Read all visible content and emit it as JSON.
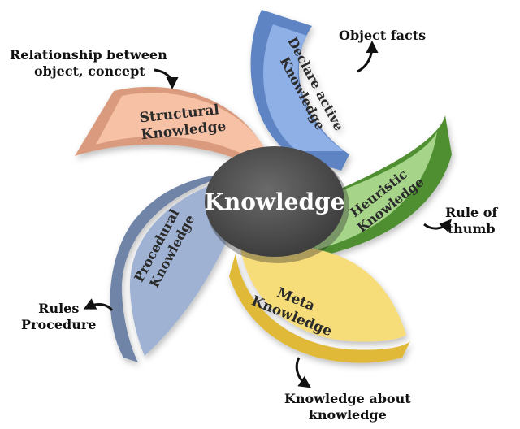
{
  "center": {
    "label": "Knowledge"
  },
  "petals": [
    {
      "id": "structural",
      "lines": [
        "Structural",
        "Knowledge"
      ],
      "color": "#f6c1a5",
      "edge": "#d99a7d"
    },
    {
      "id": "declarative",
      "lines": [
        "Declare active",
        "Knowledge"
      ],
      "color": "#8fb0e6",
      "edge": "#5f84c4"
    },
    {
      "id": "heuristic",
      "lines": [
        "Heuristic",
        "Knowledge"
      ],
      "color": "#a6d58a",
      "edge": "#4f8f33"
    },
    {
      "id": "meta",
      "lines": [
        "Meta",
        "Knowledge"
      ],
      "color": "#f7dc7a",
      "edge": "#e1b938"
    },
    {
      "id": "procedural",
      "lines": [
        "Procedural",
        "Knowledge"
      ],
      "color": "#9fb2d3",
      "edge": "#6f84a8"
    }
  ],
  "annotations": {
    "relationship": [
      "Relationship between",
      "object, concept"
    ],
    "object_facts": [
      "Object facts"
    ],
    "rule_of_thumb": [
      "Rule of",
      "thumb"
    ],
    "rules_procedure": [
      "Rules",
      "Procedure"
    ],
    "knowledge_about": [
      "Knowledge about",
      "knowledge"
    ]
  }
}
